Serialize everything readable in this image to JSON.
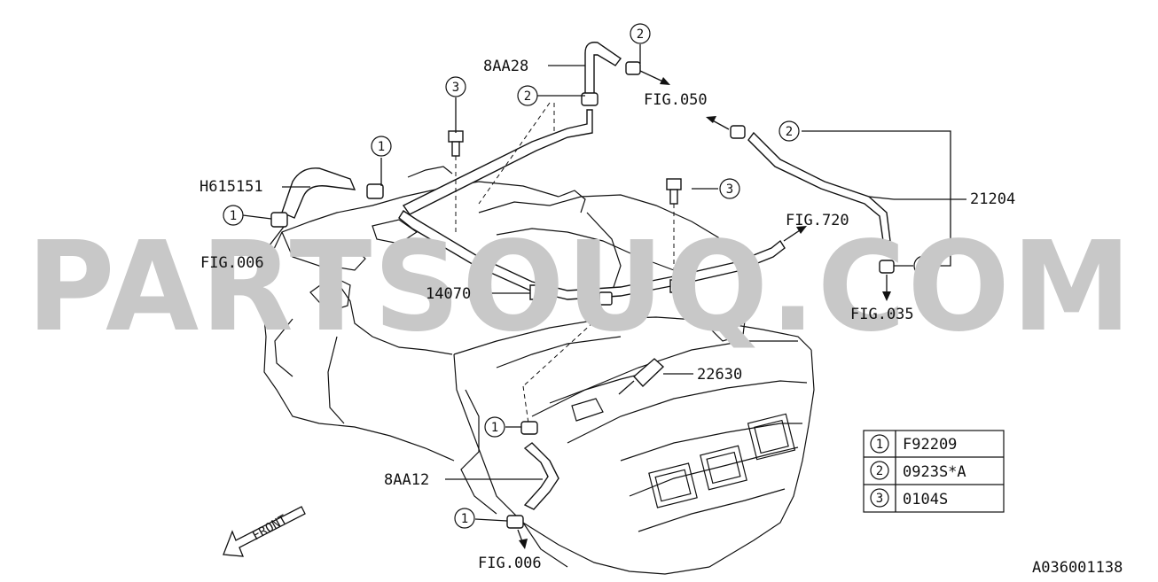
{
  "watermark": "PARTSOUQ.COM",
  "diagram_code": "A036001138",
  "front_label": "FRONT",
  "parts": {
    "p8AA28": "8AA28",
    "pH615151": "H615151",
    "p21204": "21204",
    "p14070": "14070",
    "p22630": "22630",
    "p8AA12": "8AA12"
  },
  "figs": {
    "fig050": "FIG.050",
    "fig720": "FIG.720",
    "fig006a": "FIG.006",
    "fig035": "FIG.035",
    "fig006b": "FIG.006"
  },
  "callout_numbers": {
    "one": "1",
    "two": "2",
    "three": "3"
  },
  "legend": [
    {
      "num": "1",
      "part": "F92209"
    },
    {
      "num": "2",
      "part": "0923S*A"
    },
    {
      "num": "3",
      "part": "0104S"
    }
  ]
}
